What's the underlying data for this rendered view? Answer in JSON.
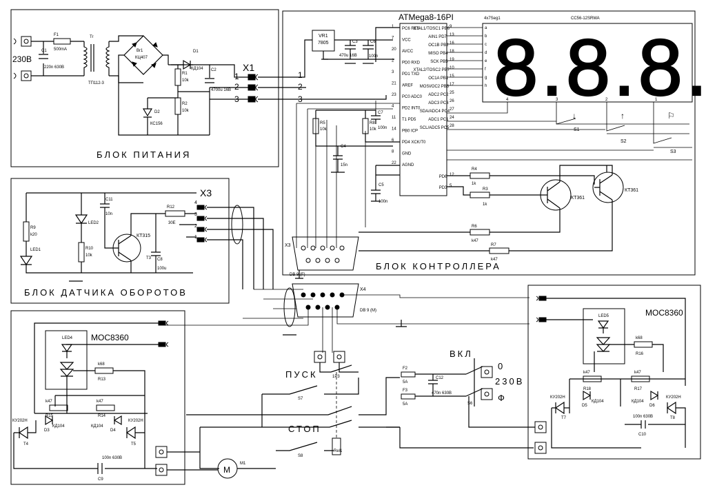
{
  "blocks": {
    "power": "БЛОК ПИТАНИЯ",
    "controller": "БЛОК КОНТРОЛЛЕРА",
    "sensor": "БЛОК ДАТЧИКА ОБОРОТОВ"
  },
  "power": {
    "mains": "230В",
    "fuse_ref": "F1",
    "fuse_val": "500mA",
    "c1_ref": "C1",
    "c1_val": "220n 630В",
    "transformer_ref": "Tr",
    "transformer_type": "ТП112-3",
    "bridge_ref": "Br1",
    "bridge_type": "КЦ407",
    "d1_ref": "D1",
    "d1_type": "КД104",
    "r1_ref": "R1",
    "r1_val": "10k",
    "r2_ref": "R2",
    "r2_val": "10k",
    "d2_ref": "D2",
    "d2_type": "КС156",
    "c2_ref": "C2",
    "c2_val": "4700u 16В",
    "connector": "X1",
    "pins": [
      "1",
      "2",
      "3"
    ]
  },
  "controller": {
    "mcu": "ATMega8-16PI",
    "vr_ref": "VR1",
    "vr_type": "7805",
    "c3_ref": "C3",
    "c3_val": "470u 16В",
    "c6_ref": "C6",
    "c6_val": "100n",
    "c7_ref": "C7",
    "c7_val": "100n",
    "c4_ref": "C4",
    "c4_val": "15n",
    "c5_ref": "C5",
    "c5_val": "100n",
    "r5_ref": "R5",
    "r5_val": "10k",
    "r8_ref": "R8",
    "r8_val": "10k",
    "r4_ref": "R4",
    "r4_val": "1k",
    "r3_ref": "R3",
    "r3_val": "1k",
    "r6_ref": "R6",
    "r6_val": "k47",
    "r7_ref": "R7",
    "r7_val": "k47",
    "t1_label": "КТ361",
    "t2_label": "КТ361",
    "display_type": "4x7Seg1",
    "display_part": "CC56-12SRWA",
    "display_text": "8.8.8.8.",
    "digits": [
      "4",
      "3",
      "2",
      "1"
    ],
    "segments": [
      "a",
      "b",
      "c",
      "d",
      "e",
      "f",
      "g",
      "h"
    ],
    "switches": [
      "S1",
      "S2",
      "S3"
    ],
    "connector": "X3",
    "connector_type": "DB 9 (F)",
    "mcu_pins_left": [
      {
        "num": "1",
        "name": "PC6 RES"
      },
      {
        "num": "7",
        "name": "VCC"
      },
      {
        "num": "20",
        "name": "AVCC"
      },
      {
        "num": "2",
        "name": "PD0 RXD"
      },
      {
        "num": "3",
        "name": "PD1 TXD"
      },
      {
        "num": "21",
        "name": "AREF"
      },
      {
        "num": "23",
        "name": "PC0 ADC0"
      },
      {
        "num": "4",
        "name": "PD2 INT0"
      },
      {
        "num": "11",
        "name": "T1 PD5"
      },
      {
        "num": "14",
        "name": "PB0 ICP"
      },
      {
        "num": "6",
        "name": "PD4 XCK/T0"
      },
      {
        "num": "8",
        "name": "GND"
      },
      {
        "num": "22",
        "name": "AGND"
      }
    ],
    "mcu_pins_right": [
      {
        "num": "9",
        "name": "XTAL1/TOSC1 PB6"
      },
      {
        "num": "13",
        "name": "AIN1 PD7"
      },
      {
        "num": "16",
        "name": "OC1B PB2"
      },
      {
        "num": "18",
        "name": "MISO PB4"
      },
      {
        "num": "19",
        "name": "SCK PB5"
      },
      {
        "num": "10",
        "name": "XTAL2/TOSC2 PB7"
      },
      {
        "num": "15",
        "name": "OC1A PB1"
      },
      {
        "num": "17",
        "name": "MOSI/OC2 PB3"
      },
      {
        "num": "25",
        "name": "ADC2 PC2"
      },
      {
        "num": "26",
        "name": "ADC3 PC3"
      },
      {
        "num": "27",
        "name": "SDA/ADC4 PC4"
      },
      {
        "num": "24",
        "name": "ADC1 PC1"
      },
      {
        "num": "28",
        "name": "SCL/ADC5 PC5"
      },
      {
        "num": "12",
        "name": "PD6"
      },
      {
        "num": "5",
        "name": "PD3"
      }
    ]
  },
  "sensor": {
    "r9_ref": "R9",
    "r9_val": "k20",
    "led1": "LED1",
    "led2": "LED2",
    "c11_ref": "C11",
    "c11_val": "10n",
    "r10_ref": "R10",
    "r10_val": "10k",
    "t3_label": "КТ315",
    "t3_ref": "T3",
    "r12_ref": "R12",
    "r12_val": "30E",
    "c8_ref": "C8",
    "c8_val": "100u",
    "connector": "X3",
    "pins": [
      "4",
      "3",
      "2",
      "1"
    ]
  },
  "bottom": {
    "x4": "X4",
    "x4_type": "DB 9 (M)",
    "moc_left": "MOC8360",
    "moc_right": "MOC8360",
    "led4": "LED4",
    "led5": "LED5",
    "r13_ref": "R13",
    "r13_val": "k68",
    "r16_ref": "R16",
    "r16_val": "k68",
    "r15_ref": "R15",
    "r15_val": "k47",
    "r14_ref": "R14",
    "r14_val": "k47",
    "r18_ref": "R18",
    "r18_val": "k47",
    "r17_ref": "R17",
    "r17_val": "k47",
    "d3": "D3",
    "d4": "D4",
    "d5": "D5",
    "d6": "D6",
    "diode_type": "КД104",
    "t4": "T4",
    "t5": "T5",
    "t7": "T7",
    "t8": "T8",
    "thyristor_type": "КУ202Н",
    "c9_ref": "C9",
    "c9_val": "100n 630В",
    "c10_ref": "C10",
    "c10_val": "100n 630В",
    "c12_ref": "C12",
    "c12_val": "470n 630В",
    "f2_ref": "F2",
    "f2_val": "5A",
    "f3_ref": "F3",
    "f3_val": "5A",
    "start": "ПУСК",
    "stop": "СТОП",
    "on": "ВКЛ",
    "s7": "S7",
    "s8": "S8",
    "s6": "S6",
    "relay": "Rel1",
    "relay_contact": "1Р3",
    "motor": "M",
    "motor_ref": "M1",
    "mains_zero": "0",
    "mains_voltage": "230В",
    "mains_phase": "Ф"
  }
}
